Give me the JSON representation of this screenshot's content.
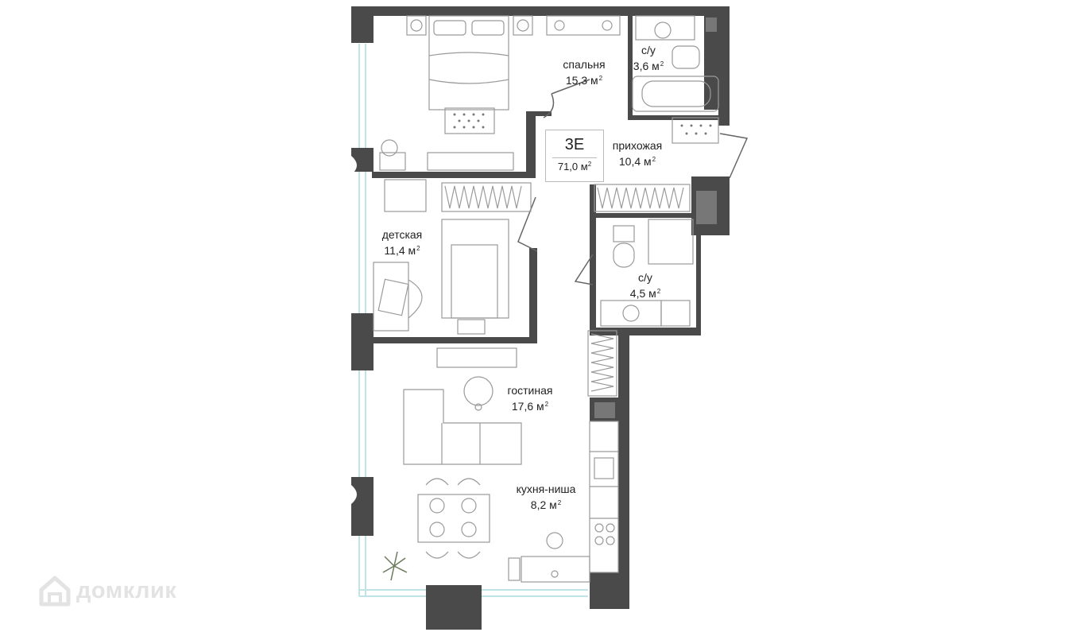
{
  "apartment": {
    "code": "3Е",
    "total_area": "71,0 м",
    "area_unit_power": "2"
  },
  "rooms": [
    {
      "name": "спальня",
      "area": "15,3 м",
      "power": "2"
    },
    {
      "name": "с/у",
      "area": "3,6 м",
      "power": "2"
    },
    {
      "name": "прихожая",
      "area": "10,4 м",
      "power": "2"
    },
    {
      "name": "детская",
      "area": "11,4 м",
      "power": "2"
    },
    {
      "name": "с/у",
      "area": "4,5 м",
      "power": "2"
    },
    {
      "name": "гостиная",
      "area": "17,6 м",
      "power": "2"
    },
    {
      "name": "кухня-ниша",
      "area": "8,2 м",
      "power": "2"
    }
  ],
  "watermark": {
    "text": "домклик",
    "icon": "house-logo-icon"
  },
  "colors": {
    "wall": "#4a4a4a",
    "window": "#cfe9ec",
    "furniture_line": "#9a9a9a",
    "background": "#ffffff"
  }
}
